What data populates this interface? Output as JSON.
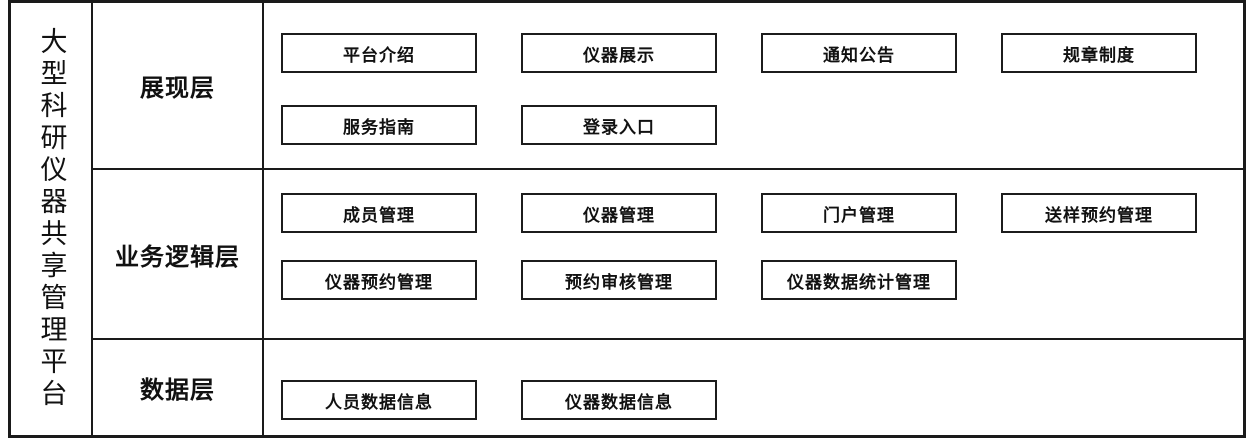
{
  "platform": {
    "title": "大型科研仪器共享管理平台"
  },
  "layers": [
    {
      "id": "presentation",
      "label": "展现层",
      "rows": [
        [
          "平台介绍",
          "仪器展示",
          "通知公告",
          "规章制度"
        ],
        [
          "服务指南",
          "登录入口"
        ]
      ]
    },
    {
      "id": "business-logic",
      "label": "业务逻辑层",
      "rows": [
        [
          "成员管理",
          "仪器管理",
          "门户管理",
          "送样预约管理"
        ],
        [
          "仪器预约管理",
          "预约审核管理",
          "仪器数据统计管理"
        ]
      ]
    },
    {
      "id": "data",
      "label": "数据层",
      "rows": [
        [
          "人员数据信息",
          "仪器数据信息"
        ]
      ]
    }
  ],
  "colors": {
    "border": "#1a1a1a",
    "background": "#ffffff",
    "text": "#111111"
  }
}
